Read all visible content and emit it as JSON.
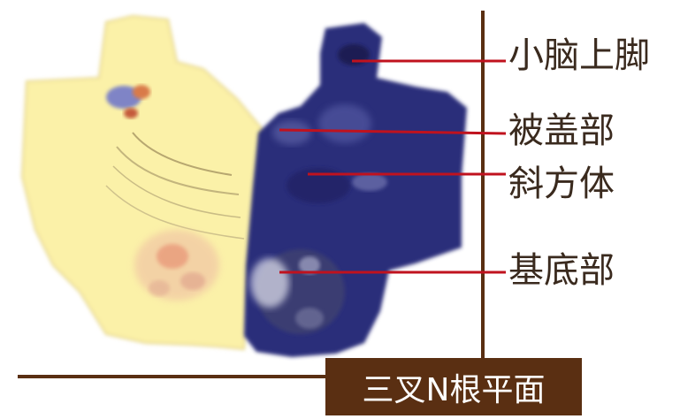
{
  "labels": [
    {
      "text": "小脑上脚",
      "target": "superior-cerebellar-peduncle"
    },
    {
      "text": "被盖部",
      "target": "tegmentum"
    },
    {
      "text": "斜方体",
      "target": "trapezoid-body"
    },
    {
      "text": "基底部",
      "target": "basilar-part"
    }
  ],
  "caption": "三叉N根平面",
  "colors": {
    "leader_line": "#c0121e",
    "frame_line": "#5a2f12",
    "caption_bg": "#5a2f12",
    "caption_text": "#ffffff",
    "label_text": "#3a2a1e",
    "drawing_fill": "#fbf1a8",
    "stained_section": "#2c2d7a"
  }
}
